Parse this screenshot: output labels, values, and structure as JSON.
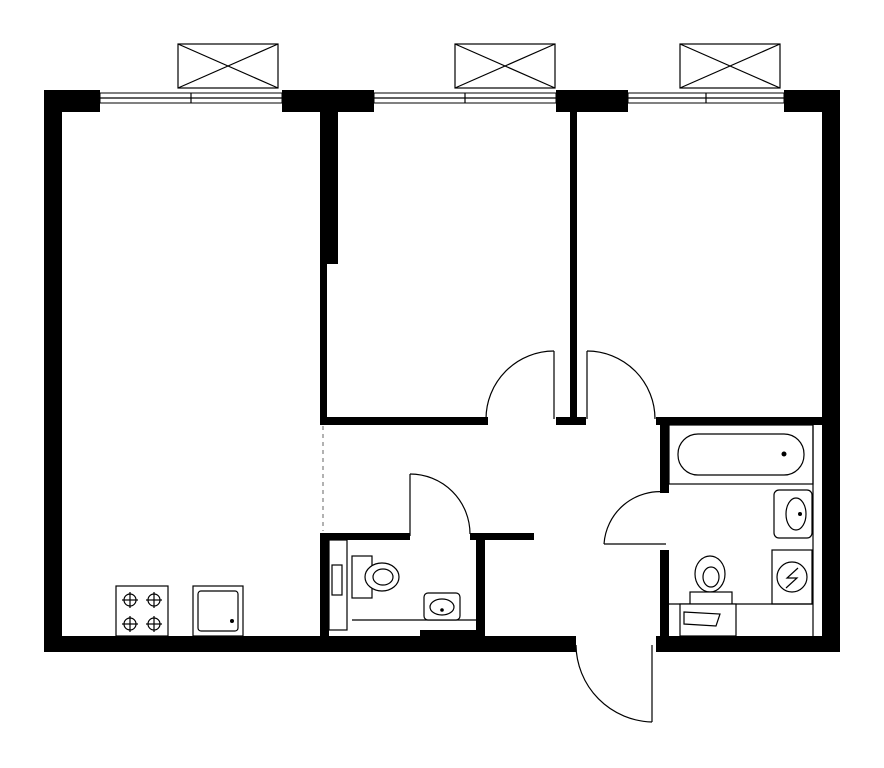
{
  "plan": {
    "rooms": [
      "living-kitchen",
      "bedroom-1",
      "bedroom-2",
      "hall",
      "toilet",
      "bathroom"
    ],
    "fixtures": [
      "stove",
      "kitchen-sink",
      "bathtub",
      "washbasin",
      "toilet",
      "washing-machine",
      "air-conditioner"
    ],
    "colors": {
      "wall": "#000000",
      "background": "#ffffff",
      "line": "#000000"
    }
  }
}
